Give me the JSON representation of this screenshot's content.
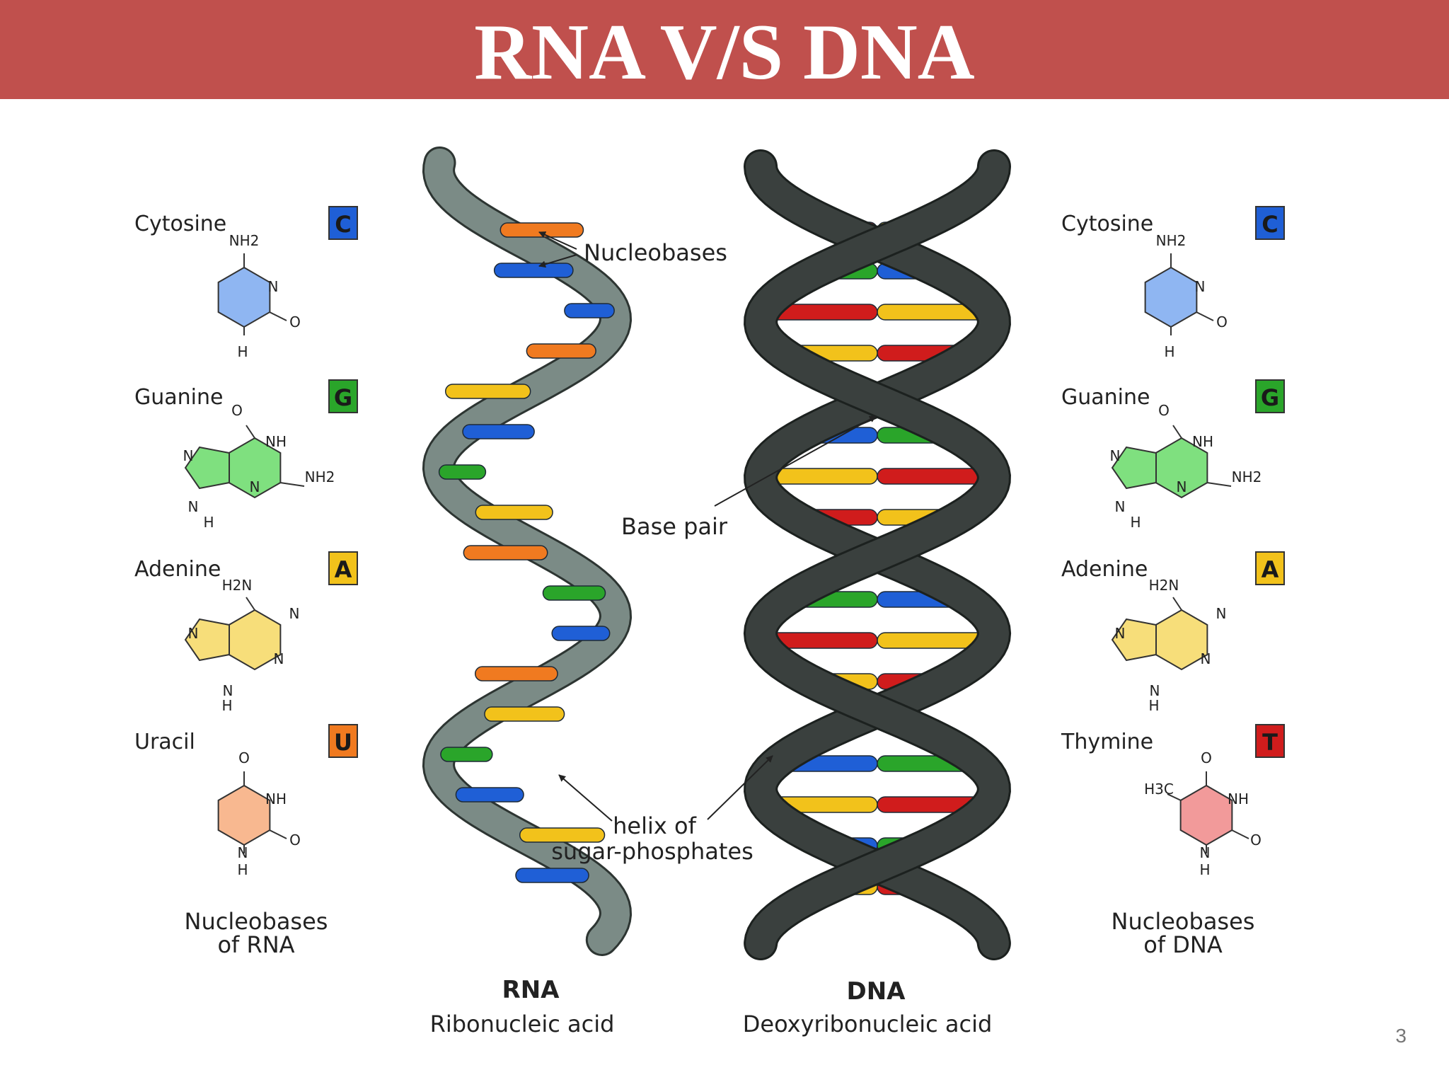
{
  "slide": {
    "title": "RNA V/S DNA",
    "page_number": "3"
  },
  "colors": {
    "title_bar": "#c0504d",
    "cytosine": "#1f5fd6",
    "guanine": "#2aa52a",
    "adenine": "#f2c21b",
    "uracil": "#f07a20",
    "thymine": "#d01c1c",
    "rna_backbone": "#7b8b86",
    "dna_backbone": "#3a403e"
  },
  "diagram": {
    "callouts": {
      "nucleobases": "Nucleobases",
      "base_pair": "Base pair",
      "helix_line1": "helix of",
      "helix_line2": "sugar-phosphates"
    },
    "rna": {
      "title": "RNA",
      "subtitle": "Ribonucleic acid",
      "panel_caption_line1": "Nucleobases",
      "panel_caption_line2": "of RNA",
      "nucleobases": [
        {
          "name": "Cytosine",
          "letter": "C",
          "color": "#1f5fd6",
          "fill": "#8fb6f2",
          "atoms": [
            "NH2",
            "N",
            "O",
            "H"
          ]
        },
        {
          "name": "Guanine",
          "letter": "G",
          "color": "#2aa52a",
          "fill": "#7fe07f",
          "atoms": [
            "O",
            "NH",
            "NH2",
            "N",
            "N",
            "N",
            "H"
          ]
        },
        {
          "name": "Adenine",
          "letter": "A",
          "color": "#f2c21b",
          "fill": "#f7de7a",
          "atoms": [
            "H2N",
            "N",
            "N",
            "N",
            "N",
            "H"
          ]
        },
        {
          "name": "Uracil",
          "letter": "U",
          "color": "#f07a20",
          "fill": "#f8b890",
          "atoms": [
            "O",
            "NH",
            "O",
            "N",
            "H"
          ]
        }
      ]
    },
    "dna": {
      "title": "DNA",
      "subtitle": "Deoxyribonucleic acid",
      "panel_caption_line1": "Nucleobases",
      "panel_caption_line2": "of DNA",
      "nucleobases": [
        {
          "name": "Cytosine",
          "letter": "C",
          "color": "#1f5fd6",
          "fill": "#8fb6f2",
          "atoms": [
            "NH2",
            "N",
            "O",
            "H"
          ]
        },
        {
          "name": "Guanine",
          "letter": "G",
          "color": "#2aa52a",
          "fill": "#7fe07f",
          "atoms": [
            "O",
            "NH",
            "NH2",
            "N",
            "N",
            "N",
            "H"
          ]
        },
        {
          "name": "Adenine",
          "letter": "A",
          "color": "#f2c21b",
          "fill": "#f7de7a",
          "atoms": [
            "H2N",
            "N",
            "N",
            "N",
            "N",
            "H"
          ]
        },
        {
          "name": "Thymine",
          "letter": "T",
          "color": "#d01c1c",
          "fill": "#f29a9a",
          "atoms": [
            "H3C",
            "O",
            "NH",
            "O",
            "N",
            "H"
          ]
        }
      ]
    }
  }
}
